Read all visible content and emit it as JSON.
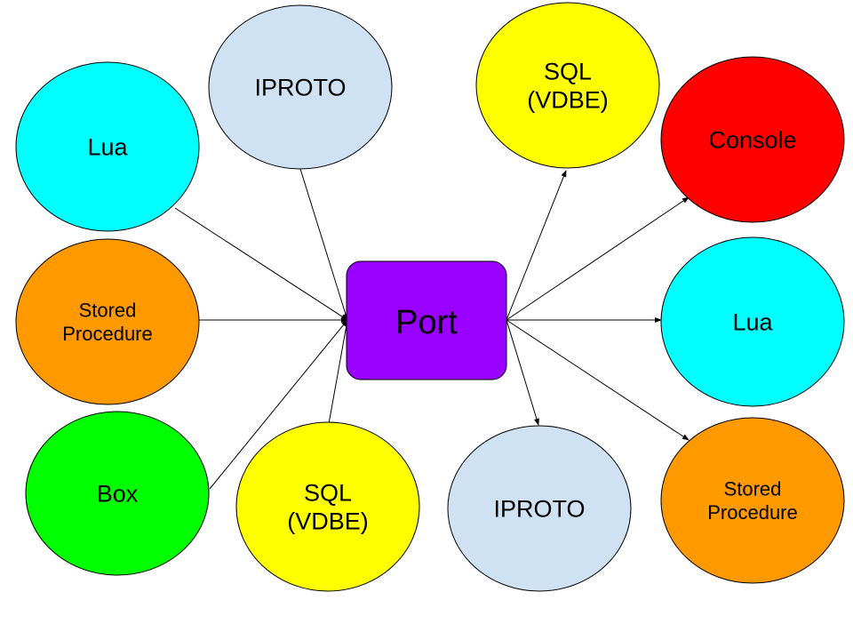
{
  "center": {
    "label": "Port",
    "color": "#9900ff"
  },
  "inputs": [
    {
      "id": "lua-in",
      "lines": [
        "Lua"
      ],
      "color": "#00ffff"
    },
    {
      "id": "iproto-in",
      "lines": [
        "IPROTO"
      ],
      "color": "#cfe2f3"
    },
    {
      "id": "stored-in",
      "lines": [
        "Stored",
        "Procedure"
      ],
      "color": "#ff9900"
    },
    {
      "id": "box-in",
      "lines": [
        "Box"
      ],
      "color": "#00ff00"
    },
    {
      "id": "sql-in",
      "lines": [
        "SQL",
        "(VDBE)"
      ],
      "color": "#ffff00"
    }
  ],
  "outputs": [
    {
      "id": "sql-out",
      "lines": [
        "SQL",
        "(VDBE)"
      ],
      "color": "#ffff00"
    },
    {
      "id": "console-out",
      "lines": [
        "Console"
      ],
      "color": "#ff0000"
    },
    {
      "id": "lua-out",
      "lines": [
        "Lua"
      ],
      "color": "#00ffff"
    },
    {
      "id": "iproto-out",
      "lines": [
        "IPROTO"
      ],
      "color": "#cfe2f3"
    },
    {
      "id": "stored-out",
      "lines": [
        "Stored",
        "Procedure"
      ],
      "color": "#ff9900"
    }
  ]
}
